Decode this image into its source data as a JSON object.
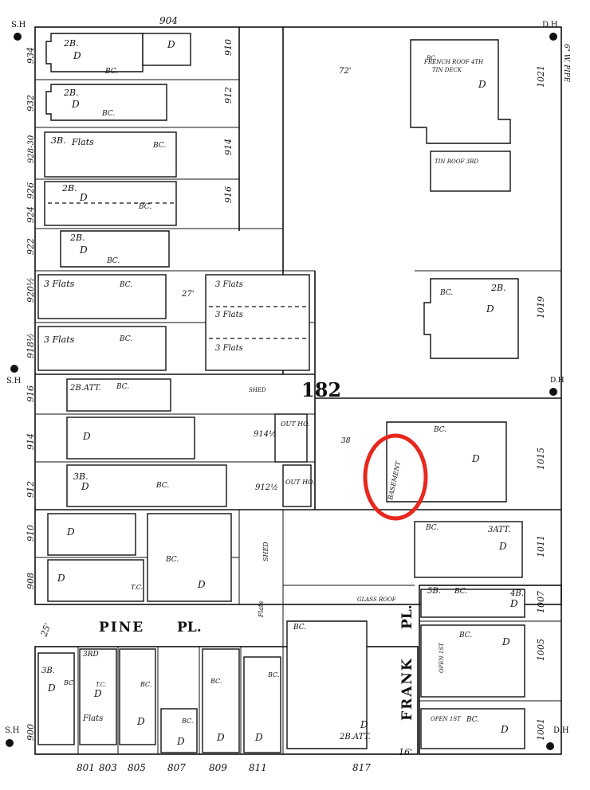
{
  "block_number": "182",
  "streets": {
    "pine": "PINE",
    "pl": "PL.",
    "frank": "FRANK",
    "frank_pl": "PL."
  },
  "hydrants": {
    "sh": "S.H",
    "dh": "D.H"
  },
  "pipe_label": "6\" W. PIPE",
  "widths": {
    "w25": "25'",
    "w16": "16'"
  },
  "addresses": {
    "top_904": "904",
    "left": [
      "934",
      "932",
      "928-30",
      "926",
      "924",
      "922",
      "920½",
      "918½",
      "916",
      "914",
      "912",
      "910",
      "908",
      "900"
    ],
    "mid": [
      "910",
      "912",
      "914",
      "916"
    ],
    "right": [
      "1021",
      "1019",
      "1015",
      "1011",
      "1007",
      "1005",
      "1001"
    ],
    "bottom": [
      "801",
      "803",
      "805",
      "807",
      "809",
      "811",
      "817"
    ],
    "misc": [
      "914½",
      "912½"
    ]
  },
  "labels": {
    "d": "D",
    "bc": "BC.",
    "flats": "Flats",
    "flats3": "3 Flats",
    "shed": "SHED",
    "out_ho": "OUT HO.",
    "basement": "BASEMENT",
    "french_roof": "FRENCH ROOF 4TH",
    "tin_deck": "TIN DECK",
    "tin_roof": "TIN ROOF 3RD",
    "glass_roof": "GLASS ROOF",
    "open_1st": "OPEN 1ST",
    "bb2": "2B.",
    "bb3": "3B.",
    "att": "2B.ATT.",
    "att3": "3ATT.",
    "b5": "5B.",
    "b4": "4B.",
    "tc": "T.C.",
    "third": "3RD",
    "n72": "72'",
    "n27": "27'",
    "n38": "38"
  },
  "annotation": {
    "shape": "ellipse",
    "color": "#e8281e"
  }
}
